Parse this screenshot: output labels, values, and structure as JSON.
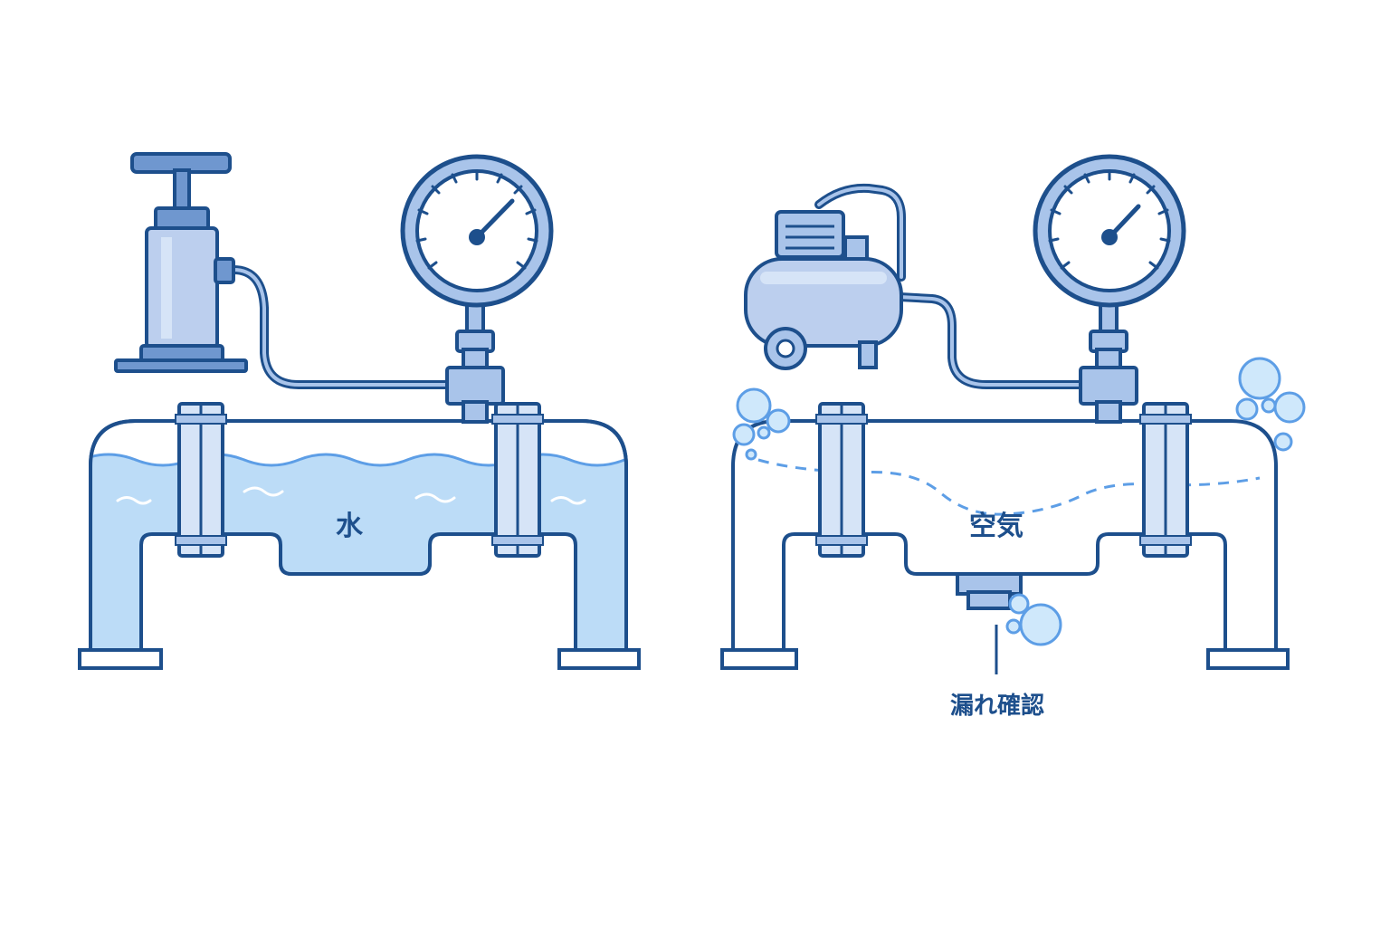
{
  "panels": {
    "water_test": {
      "medium_label": "水"
    },
    "air_test": {
      "medium_label": "空気",
      "leak_check_label": "漏れ確認"
    }
  },
  "colors": {
    "outline": "#1d4f8c",
    "water_fill": "#bcdcf7",
    "equipment_fill": "#a9c4ea",
    "equipment_light": "#d6e4f7",
    "bubble_fill": "#cfe8fb",
    "wave_line": "#5d9ee6",
    "background": "#ffffff"
  },
  "icons": {
    "left_pump": "hand-pump-icon",
    "right_pump": "air-compressor-icon",
    "gauge": "pressure-gauge-icon",
    "bubble": "air-bubble-icon"
  }
}
